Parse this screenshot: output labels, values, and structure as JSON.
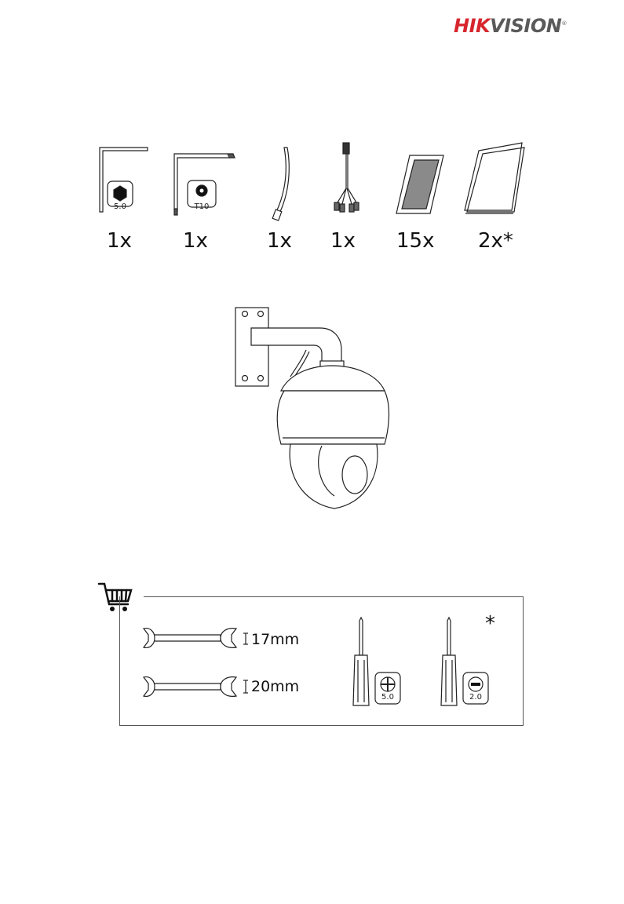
{
  "brand": {
    "hik": "HIK",
    "vision": "VISION",
    "reg": "®"
  },
  "package_contents": [
    {
      "name": "hex-key",
      "qty": "1x",
      "label": "5.0"
    },
    {
      "name": "torx-key",
      "qty": "1x",
      "label": "T10"
    },
    {
      "name": "cable-tie",
      "qty": "1x"
    },
    {
      "name": "power-cable",
      "qty": "1x"
    },
    {
      "name": "desiccant",
      "qty": "15x"
    },
    {
      "name": "document",
      "qty": "2x*"
    }
  ],
  "tools": {
    "wrench_1": "17mm",
    "wrench_2": "20mm",
    "phillips_label": "5.0",
    "slotted_label": "2.0",
    "asterisk": "*"
  }
}
